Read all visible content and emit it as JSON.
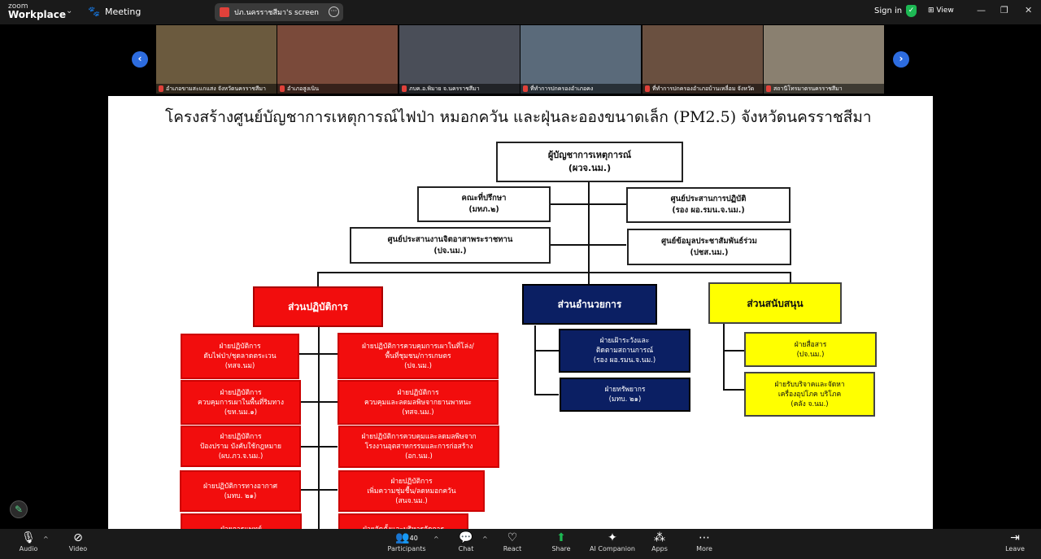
{
  "app": {
    "logo_line1": "zoom",
    "logo_line2": "Workplace",
    "meeting_label": "Meeting",
    "share_label": "ปภ.นครราชสีมา's screen",
    "sign_in": "Sign in",
    "view": "View"
  },
  "participants_strip": [
    {
      "name": "อำเภอขามสะแกแสง จังหวัดนครราชสีมา",
      "bg": "#6b5a3e"
    },
    {
      "name": "อำเภอสูงเนิน",
      "bg": "#7a4a3a"
    },
    {
      "name": "ภบค.อ.พิมาย จ.นครราชสีมา",
      "bg": "#4a4e58"
    },
    {
      "name": "ที่ทำการปกครองอำเภอคง",
      "bg": "#5a6a7a"
    },
    {
      "name": "ที่ทำการปกครองอำเภอบ้านเหลื่อม จังหวัด",
      "bg": "#6a5040"
    },
    {
      "name": "สถานีโทรมาตรนครราชสีมา",
      "bg": "#8a8070"
    }
  ],
  "slide": {
    "title": "โครงสร้างศูนย์บัญชาการเหตุการณ์ไฟป่า หมอกควัน และฝุ่นละอองขนาดเล็ก (PM2.5) จังหวัดนครราชสีมา",
    "commander": {
      "line1": "ผู้บัญชาการเหตุการณ์",
      "line2": "(ผวจ.นม.)"
    },
    "advisors": {
      "line1": "คณะที่ปรึกษา",
      "line2": "(มทภ.๒)"
    },
    "operations_coord": {
      "line1": "ศูนย์ประสานการปฏิบัติ",
      "line2": "(รอง ผอ.รมน.จ.นม.)"
    },
    "volunteer_coord": {
      "line1": "ศูนย์ประสานงานจิตอาสาพระราชทาน",
      "line2": "(ปจ.นม.)"
    },
    "pr_center": {
      "line1": "ศูนย์ข้อมูลประชาสัมพันธ์ร่วม",
      "line2": "(ปชส.นม.)"
    },
    "ops_section": "ส่วนปฏิบัติการ",
    "admin_section": "ส่วนอำนวยการ",
    "support_section": "ส่วนสนับสนุน",
    "ops_left": [
      {
        "l1": "ฝ่ายปฏิบัติการ",
        "l2": "ดับไฟป่า/ชุดลาดตระเวน",
        "l3": "(ทสจ.นม)"
      },
      {
        "l1": "ฝ่ายปฏิบัติการ",
        "l2": "ควบคุมการเผาในพื้นที่ริมทาง",
        "l3": "(ขท.นม.๑)"
      },
      {
        "l1": "ฝ่ายปฏิบัติการ",
        "l2": "ป้องปราม บังคับใช้กฎหมาย",
        "l3": "(ผบ.ภว.จ.นม.)"
      },
      {
        "l1": "ฝ่ายปฏิบัติการทางอากาศ",
        "l2": "(มทบ. ๒๑)",
        "l3": ""
      },
      {
        "l1": "ฝ่ายการแพทย์",
        "l2": "",
        "l3": ""
      }
    ],
    "ops_right": [
      {
        "l1": "ฝ่ายปฏิบัติการควบคุมการเผาในที่โล่ง/",
        "l2": "พื้นที่ชุมชน/การเกษตร",
        "l3": "(ปจ.นม.)"
      },
      {
        "l1": "ฝ่ายปฏิบัติการ",
        "l2": "ควบคุมและลดมลพิษจากยานพาหนะ",
        "l3": "(ทสจ.นม.)"
      },
      {
        "l1": "ฝ่ายปฏิบัติการควบคุมและลดมลพิษจาก",
        "l2": "โรงงานอุตสาหกรรมและการก่อสร้าง",
        "l3": "(อก.นม.)"
      },
      {
        "l1": "ฝ่ายปฏิบัติการ",
        "l2": "เพิ่มความชุ่มชื้น/ลดหมอกควัน",
        "l3": "(สนจ.นม.)"
      },
      {
        "l1": "ฝ่ายจัดตั้งและบริหารจัดการ",
        "l2": "",
        "l3": ""
      }
    ],
    "admin_units": [
      {
        "l1": "ฝ่ายเฝ้าระวังและ",
        "l2": "ติดตามสถานการณ์",
        "l3": "(รอง ผอ.รมน.จ.นม.)"
      },
      {
        "l1": "ฝ่ายทรัพยากร",
        "l2": "(มทบ. ๒๑)",
        "l3": ""
      }
    ],
    "support_units": [
      {
        "l1": "ฝ่ายสื่อสาร",
        "l2": "(ปจ.นม.)",
        "l3": ""
      },
      {
        "l1": "ฝ่ายรับบริจาคและจัดหา",
        "l2": "เครื่องอุปโภค บริโภค",
        "l3": "(คลัง จ.นม.)"
      }
    ]
  },
  "toolbar": {
    "audio": "Audio",
    "video": "Video",
    "participants": "Participants",
    "participants_count": "40",
    "chat": "Chat",
    "react": "React",
    "share": "Share",
    "ai": "AI Companion",
    "apps": "Apps",
    "more": "More",
    "leave": "Leave"
  },
  "colors": {
    "accent": "#2d6cdf",
    "share_green": "#1db954",
    "red": "#f20d0d",
    "navy": "#0b1f63",
    "yellow": "#ffff00"
  }
}
